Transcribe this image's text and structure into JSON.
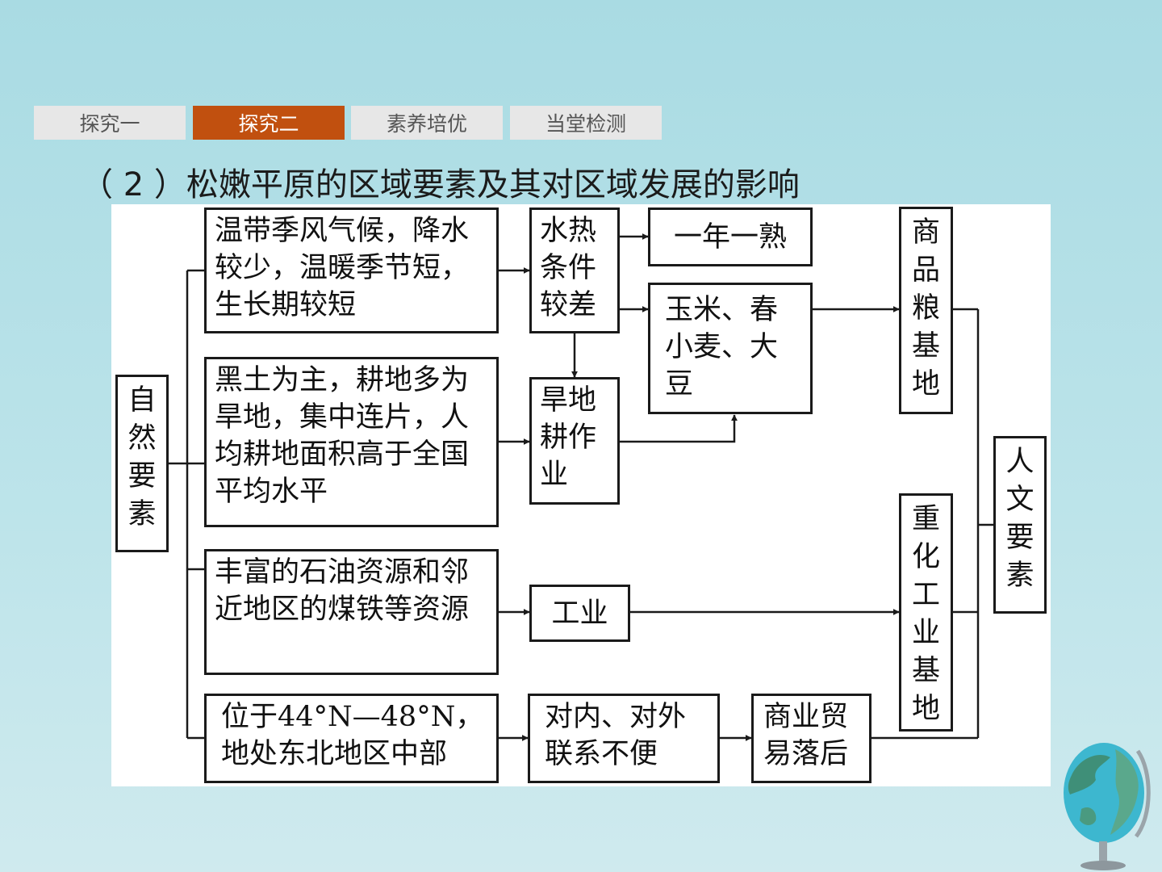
{
  "tabs": [
    {
      "label": "探究一",
      "active": false
    },
    {
      "label": "探究二",
      "active": true
    },
    {
      "label": "素养培优",
      "active": false
    },
    {
      "label": "当堂检测",
      "active": false
    }
  ],
  "heading": "（ 2 ）松嫩平原的区域要素及其对区域发展的影响",
  "diagram": {
    "natural_factors": "自然要素",
    "human_factors": "人文要素",
    "climate": "温带季风气候，降水较少，温暖季节短，生长期较短",
    "soil": "黑土为主，耕地多为旱地，集中连片，人均耕地面积高于全国平均水平",
    "resources": "丰富的石油资源和邻近地区的煤铁等资源",
    "location": "位于44°N—48°N，地处东北地区中部",
    "heat_water": "水热条件较差",
    "one_crop": "一年一熟",
    "crops": "玉米、春小麦、大豆",
    "dryland": "旱地耕作业",
    "industry": "工业",
    "transport": "对内、对外联系不便",
    "trade": "商业贸易落后",
    "grain_base": "商品粮基地",
    "heavy_industry_base": "重化工业基地"
  },
  "colors": {
    "tab_active": "#c1500f",
    "tab_inactive": "#e7e7e7",
    "line": "#1a1a1a"
  }
}
